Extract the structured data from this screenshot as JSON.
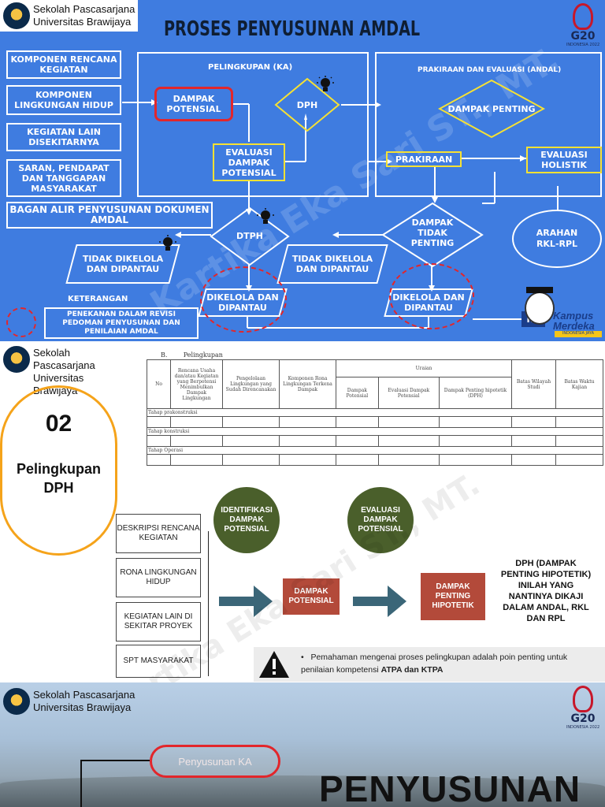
{
  "institution": {
    "line1": "Sekolah Pascasarjana",
    "line2": "Universitas Brawijaya"
  },
  "g20": {
    "label": "G20",
    "sub": "INDONESIA 2022"
  },
  "slide1": {
    "title": "PROSES PENYUSUNAN AMDAL",
    "left_inputs": [
      "KOMPONEN RENCANA KEGIATAN",
      "KOMPONEN LINGKUNGAN HIDUP",
      "KEGIATAN LAIN DISEKITARNYA",
      "SARAN, PENDAPAT DAN TANGGAPAN MASYARAKAT"
    ],
    "bagan": "BAGAN ALIR PENYUSUNAN DOKUMEN AMDAL",
    "frame_ka": "PELINGKUPAN (KA)",
    "frame_andal": "PRAKIRAAN DAN EVALUASI (ANDAL)",
    "dampak_potensial": "DAMPAK POTENSIAL",
    "dph": "DPH",
    "evaluasi_dampak_potensial": "EVALUASI DAMPAK POTENSIAL",
    "dampak_penting": "DAMPAK PENTING",
    "prakiraan": "PRAKIRAAN",
    "evaluasi_holistik": "EVALUASI HOLISTIK",
    "dtph": "DTPH",
    "dampak_tidak_penting": "DAMPAK TIDAK PENTING",
    "tidak_dikelola_1": "TIDAK DIKELOLA DAN DIPANTAU",
    "tidak_dikelola_2": "TIDAK DIKELOLA DAN DIPANTAU",
    "dikelola_1": "DIKELOLA DAN DIPANTAU",
    "dikelola_2": "DIKELOLA DAN DIPANTAU",
    "arahan": "ARAHAN RKL-RPL",
    "rkl_partial": "RK",
    "keterangan": "KETERANGAN",
    "keterangan_text": "PENEKANAN DALAM REVISI PEDOMAN PENYUSUNAN DAN PENILAIAN AMDAL",
    "kampus_merdeka": "Kampus Merdeka",
    "kampus_sub": "INDONESIA JAYA",
    "watermark": "Kartika Eka Sari ST., MT."
  },
  "slide2": {
    "number": "02",
    "subtitle_line1": "Pelingkupan",
    "subtitle_line2": "DPH",
    "table": {
      "section": "B.        Pelingkupan",
      "headers": [
        "No",
        "Rencana Usaha dan/atau Kegiatan yang Berpotensi Menimbulkan Dampak Lingkungan",
        "Pengelolaan Lingkungan yang Sudah Direncanakan",
        "Komponen Rona Lingkungan Terkena Dampak",
        "Uraian",
        "Batas Wilayah Studi",
        "Batas Waktu Kajian"
      ],
      "sub_headers": [
        "Dampak Potensial",
        "Evaluasi Dampak Potensial",
        "Dampak Penting hipotetik (DPH)"
      ],
      "phases": [
        "Tahap prakonstruksi",
        "Tahap konstruksi",
        "Tahap Operasi"
      ]
    },
    "left_boxes": [
      "DESKRIPSI RENCANA KEGIATAN",
      "RONA LINGKUNGAN HIDUP",
      "KEGIATAN LAIN DI SEKITAR PROYEK",
      "SPT MASYARAKAT"
    ],
    "circle1": "IDENTIFIKASI DAMPAK POTENSIAL",
    "circle2": "EVALUASI DAMPAK POTENSIAL",
    "box1": "DAMPAK POTENSIAL",
    "box2": "DAMPAK PENTING HIPOTETIK",
    "dph_text": "DPH (DAMPAK PENTING HIPOTETIK) INILAH YANG NANTINYA DIKAJI DALAM ANDAL, RKL DAN RPL",
    "note_prefix": "Pemahaman mengenai proses pelingkupan adalah poin penting untuk penilaian kompetensi ",
    "note_bold": "ATPA dan KTPA",
    "watermark": "Kartika Eka Sari ST., MT."
  },
  "slide3": {
    "penyusunan_ka": "Penyusunan KA",
    "big_title": "PENYUSUNAN"
  },
  "colors": {
    "slide1_bg": "#3f7ce0",
    "red": "#e2262b",
    "orange": "#f5a31a",
    "olive": "#4a5f2b",
    "brick": "#b34a3a",
    "arrow": "#3b6678"
  }
}
